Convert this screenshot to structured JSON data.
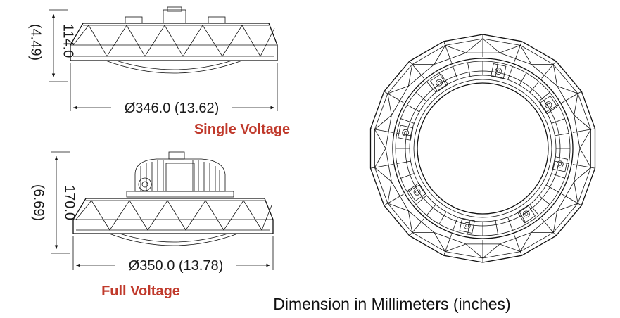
{
  "single": {
    "height_dim": "114.0",
    "height_dim_in": "(4.49)",
    "width_dim": "Ø346.0 (13.62)",
    "label": "Single Voltage"
  },
  "full": {
    "height_dim": "170.0",
    "height_dim_in": "(6.69)",
    "width_dim": "Ø350.0 (13.78)",
    "label": "Full Voltage"
  },
  "caption": "Dimension in Millimeters (inches)",
  "colors": {
    "label_red": "#c0392b",
    "line": "#111111"
  }
}
